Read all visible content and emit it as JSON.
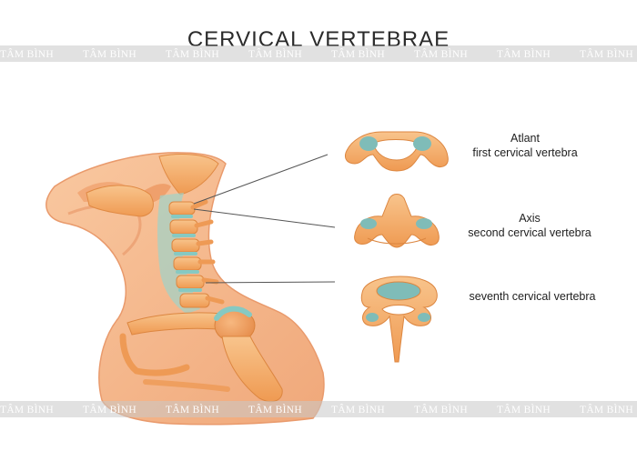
{
  "title": "CERVICAL VERTEBRAE",
  "labels": {
    "atlas": {
      "name": "Atlant",
      "desc": "first cervical vertebra"
    },
    "axis": {
      "name": "Axis",
      "desc": "second cervical vertebra"
    },
    "seventh": {
      "desc": "seventh cervical vertebra"
    }
  },
  "watermark": "TÂM BÌNH",
  "colors": {
    "skin": "#f6b88a",
    "skin_dark": "#e8956a",
    "bone": "#f3a35e",
    "bone_light": "#f8c48c",
    "cartilage": "#86c9c2",
    "disc_blue": "#7fbcb8",
    "line": "#555555"
  }
}
